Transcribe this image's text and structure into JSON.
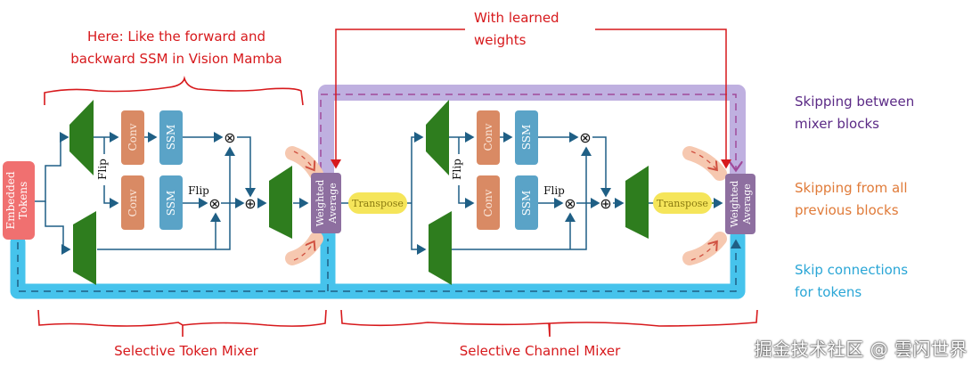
{
  "annotations": {
    "top_left": [
      "Here: Like the forward and",
      "backward SSM in Vision Mamba"
    ],
    "top_center": [
      "With learned",
      "weights"
    ],
    "bottom_left": "Selective Token Mixer",
    "bottom_right": "Selective Channel Mixer"
  },
  "legend": [
    {
      "lines": [
        "Skipping between",
        "mixer blocks"
      ],
      "color": "#5b2a86"
    },
    {
      "lines": [
        "Skipping from all",
        "previous blocks"
      ],
      "color": "#e07b39"
    },
    {
      "lines": [
        "Skip connections",
        "for tokens"
      ],
      "color": "#2aa6d6"
    }
  ],
  "blocks": {
    "input": [
      "Embedded",
      "Tokens"
    ],
    "conv": "Conv",
    "ssm": "SSM",
    "flip": "Flip",
    "weighted_average": [
      "Weighted",
      "Average"
    ],
    "transpose": "Transpose",
    "multiply_symbol": "⊗",
    "add_symbol": "⊕"
  },
  "colors": {
    "annotation_red": "#d7191c",
    "arrow_blue": "#1f5f85",
    "conv": "#d98a64",
    "ssm": "#5aa3c7",
    "linear": "#2e7d1e",
    "weighted_avg": "#8e6fa0",
    "input": "#f07070",
    "transpose": "#f5e55a",
    "skip_purple": "#bfb0e0",
    "skip_orange": "#f6c8b0",
    "skip_cyan": "#46c3ec"
  },
  "watermark": "掘金技术社区 @ 雲闪世界"
}
